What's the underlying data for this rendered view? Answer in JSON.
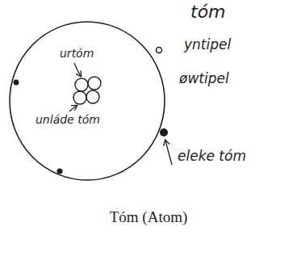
{
  "diagram": {
    "title": "tóm",
    "caption": "Tóm (Atom)",
    "labels": [
      "urtóm",
      "unláde tóm",
      "yntipel",
      "øwtipel",
      "eleke tóm"
    ]
  }
}
